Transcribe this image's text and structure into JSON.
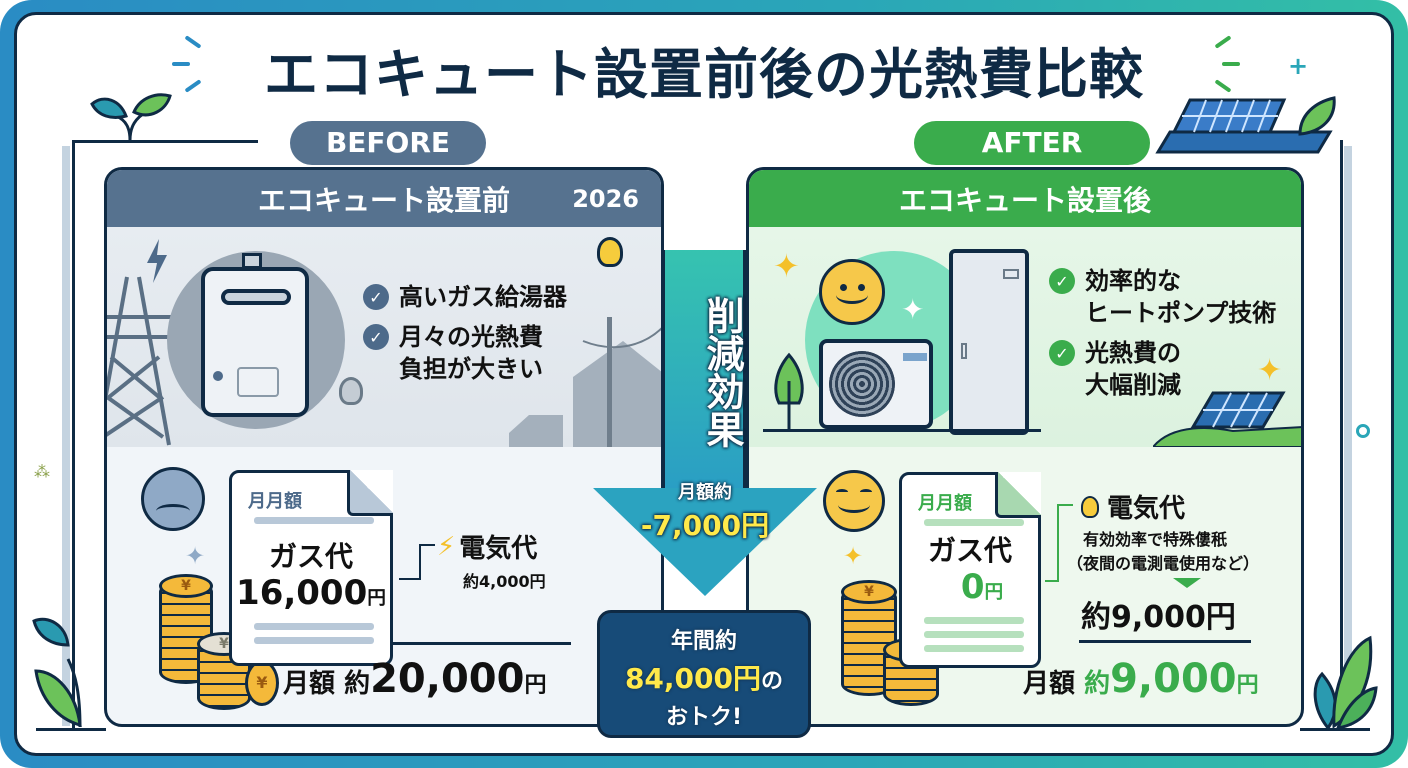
{
  "title": "エコキュート設置前後の光熱費比較",
  "colors": {
    "navy": "#0f2a44",
    "before_accent": "#56728f",
    "after_accent": "#3aac4c",
    "highlight_yellow": "#ffe94a",
    "savings_box": "#174b78",
    "arrow_teal": "#2ba3c0"
  },
  "before": {
    "badge": "BEFORE",
    "header": "エコキュート設置前",
    "year": "2026",
    "checklist": [
      {
        "icon": "check-icon",
        "text": "高いガス給湯器"
      },
      {
        "icon": "check-icon",
        "text": "月々の光熱費\n負担が大きい"
      }
    ],
    "bill": {
      "label": "月月額",
      "item": "ガス代",
      "amount": "16,000",
      "unit": "円"
    },
    "electricity": {
      "icon": "lightning-icon",
      "title": "電気代",
      "amount": "約4,000円"
    },
    "total": {
      "label": "月額",
      "prefix": "約",
      "amount": "20,000",
      "unit": "円"
    },
    "illustrations": [
      "gas-water-heater",
      "power-tower",
      "lightning",
      "light-bulb",
      "utility-pole",
      "house-silhouette",
      "sad-face",
      "yen-coin-stacks",
      "sparkle"
    ]
  },
  "after": {
    "badge": "AFTER",
    "header": "エコキュート設置後",
    "checklist": [
      {
        "icon": "check-icon",
        "text": "効率的な\nヒートポンプ技術"
      },
      {
        "icon": "check-icon",
        "text": "光熱費の\n大幅削減"
      }
    ],
    "bill": {
      "label": "月月額",
      "item": "ガス代",
      "amount": "0",
      "unit": "円"
    },
    "electricity": {
      "icon": "light-bulb-icon",
      "title": "電気代",
      "note_line1": "有効効率で特殊僂秖",
      "note_line2": "（夜間の電測電使用など）",
      "amount": "約9,000円"
    },
    "total": {
      "label": "月額",
      "prefix": "約",
      "amount": "9,000",
      "unit": "円"
    },
    "illustrations": [
      "heat-pump-unit",
      "hot-water-tank",
      "smile-face",
      "tree",
      "solar-panel",
      "sparkle",
      "yen-coin-stacks"
    ]
  },
  "center": {
    "arrow_label": "削減効果",
    "monthly_label": "月額約",
    "monthly_amount": "-7,000円",
    "annual_line1": "年間約",
    "annual_amount": "84,000円",
    "annual_suffix": "の",
    "annual_line3": "おトク!"
  }
}
